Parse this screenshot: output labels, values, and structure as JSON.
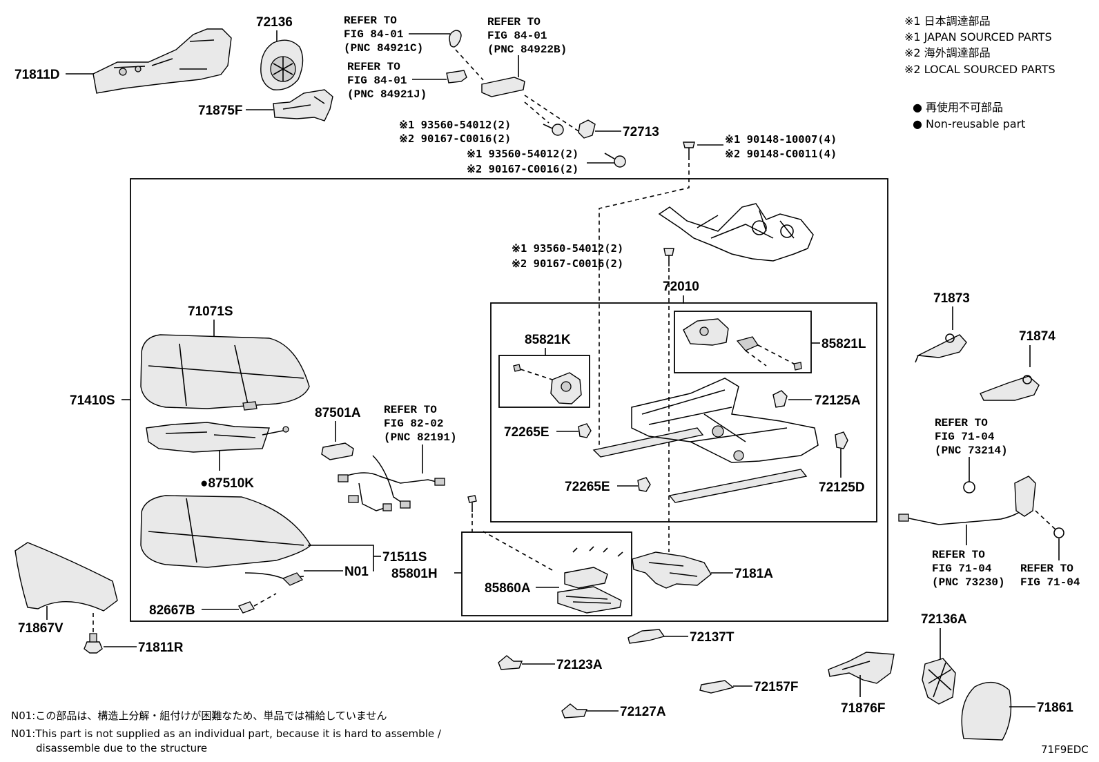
{
  "legend": {
    "l1": "※1 日本調達部品",
    "l2": "※1 JAPAN SOURCED PARTS",
    "l3": "※2 海外調達部品",
    "l4": "※2 LOCAL SOURCED PARTS",
    "l5": "● 再使用不可部品",
    "l6": "● Non-reusable part"
  },
  "parts": {
    "p71811D": "71811D",
    "p72136": "72136",
    "p71875F": "71875F",
    "p72713": "72713",
    "p71410S": "71410S",
    "p71071S": "71071S",
    "p87501A": "87501A",
    "p87510K": "●87510K",
    "p72010": "72010",
    "p85821K": "85821K",
    "p85821L": "85821L",
    "p72125A": "72125A",
    "p72265E_1": "72265E",
    "p72265E_2": "72265E",
    "p72125D": "72125D",
    "p71873": "71873",
    "p71874": "71874",
    "p71511S": "71511S",
    "pN01": "N01",
    "p85801H": "85801H",
    "p85860A": "85860A",
    "p7181A": "7181A",
    "p82667B": "82667B",
    "p71867V": "71867V",
    "p71811R": "71811R",
    "p72137T": "72137T",
    "p72123A": "72123A",
    "p72157F": "72157F",
    "p72127A": "72127A",
    "p72136A": "72136A",
    "p71876F": "71876F",
    "p71861": "71861"
  },
  "refs": {
    "r1": {
      "a": "REFER TO",
      "b": "FIG 84-01",
      "c": "(PNC 84921C)"
    },
    "r2": {
      "a": "REFER TO",
      "b": "FIG 84-01",
      "c": "(PNC 84922B)"
    },
    "r3": {
      "a": "REFER TO",
      "b": "FIG 84-01",
      "c": "(PNC 84921J)"
    },
    "r4": {
      "a": "REFER TO",
      "b": "FIG 82-02",
      "c": "(PNC 82191)"
    },
    "r5": {
      "a": "REFER TO",
      "b": "FIG 71-04",
      "c": "(PNC 73214)"
    },
    "r6": {
      "a": "REFER TO",
      "b": "FIG 71-04",
      "c": "(PNC 73230)"
    },
    "r7": {
      "a": "REFER TO",
      "b": "FIG 71-04"
    }
  },
  "fasteners": {
    "f1a": "※1 93560-54012(2)",
    "f1b": "※2 90167-C0016(2)",
    "f2a": "※1 93560-54012(2)",
    "f2b": "※2 90167-C0016(2)",
    "f3a": "※1 90148-10007(4)",
    "f3b": "※2 90148-C0011(4)",
    "f4a": "※1 93560-54012(2)",
    "f4b": "※2 90167-C0016(2)"
  },
  "notes": {
    "n1": "N01:この部品は、構造上分解・組付けが困難なため、単品では補給していません",
    "n2": "N01:This part is not supplied as an individual part, because it is hard to assemble /",
    "n3": "disassemble due to the structure"
  },
  "figure_code": "71F9EDC"
}
